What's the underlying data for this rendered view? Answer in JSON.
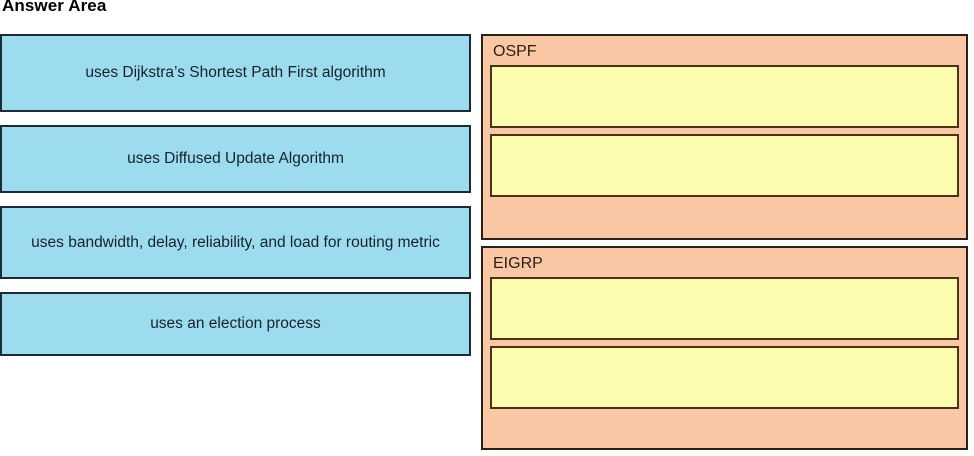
{
  "page": {
    "title": "Answer Area"
  },
  "source_items": [
    {
      "label": "uses Dijkstra’s Shortest Path First algorithm"
    },
    {
      "label": "uses Diffused Update Algorithm"
    },
    {
      "label": "uses bandwidth, delay, reliability, and load for routing metric"
    },
    {
      "label": "uses an election process"
    }
  ],
  "categories": [
    {
      "label": "OSPF",
      "slots": [
        {
          "value": ""
        },
        {
          "value": ""
        }
      ]
    },
    {
      "label": "EIGRP",
      "slots": [
        {
          "value": ""
        },
        {
          "value": ""
        }
      ]
    }
  ],
  "colors": {
    "source_fill": "#9cdcee",
    "source_border": "#1b2c38",
    "category_fill": "#fac7a4",
    "category_border": "#2a2018",
    "slot_fill": "#fcfcaf",
    "slot_border": "#4d3118",
    "page_background": "#ffffff",
    "text": "#16222c"
  }
}
